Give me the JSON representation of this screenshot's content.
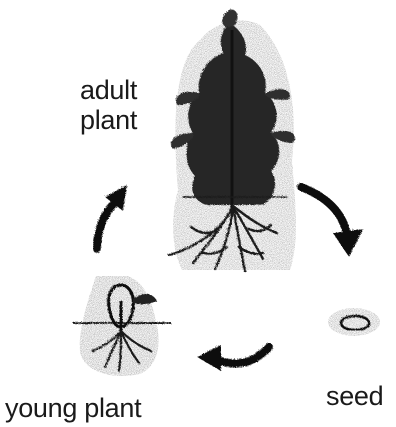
{
  "diagram": {
    "labels": {
      "adult_line1": "adult",
      "adult_line2": "plant",
      "seed": "seed",
      "young_plant": "young plant"
    },
    "stages": [
      "adult plant",
      "seed",
      "young plant"
    ],
    "icons": {
      "adult": "adult-plant-icon",
      "seed": "seed-icon",
      "young": "young-plant-icon",
      "arrows": "cycle-arrow-icon"
    },
    "colors": {
      "ink": "#1a1a1a",
      "stipple": "#555555",
      "background": "#ffffff"
    }
  }
}
